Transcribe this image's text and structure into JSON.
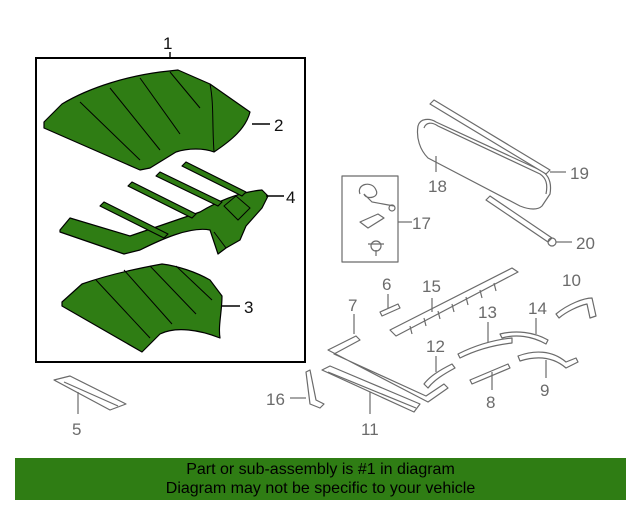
{
  "diagram": {
    "callouts": {
      "c1": "1",
      "c2": "2",
      "c3": "3",
      "c4": "4",
      "c5": "5",
      "c6": "6",
      "c7": "7",
      "c8": "8",
      "c9": "9",
      "c10": "10",
      "c11": "11",
      "c12": "12",
      "c13": "13",
      "c14": "14",
      "c15": "15",
      "c16": "16",
      "c17": "17",
      "c18": "18",
      "c19": "19",
      "c20": "20"
    },
    "colors": {
      "highlight": "#2f7d14",
      "line": "#6b6b6b",
      "frame": "#000000"
    }
  },
  "footer": {
    "line1": "Part or sub-assembly is #1 in diagram",
    "line2": "Diagram may not be specific to your vehicle"
  }
}
